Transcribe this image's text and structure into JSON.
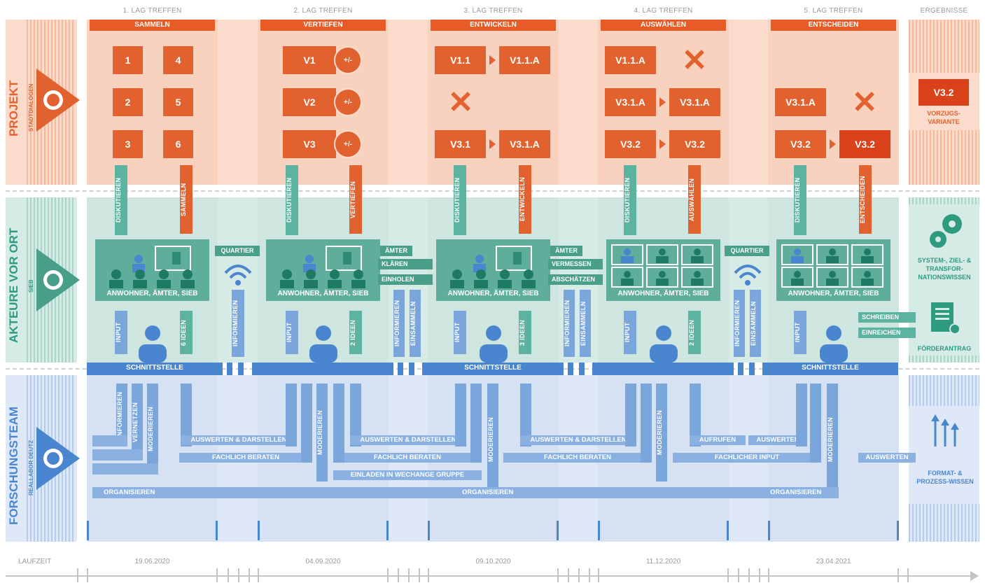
{
  "meetings": [
    {
      "header": "1. LAG TREFFEN",
      "phase": "SAMMELN",
      "date": "19.06.2020",
      "up_label": "DISKUTIEREN",
      "down_label": "SAMMELN",
      "ideas": "6 IDEEN",
      "group": "ANWOHNER, ÄMTER, SIEB",
      "iface": "SCHNITTSTELLE",
      "input": "INPUT"
    },
    {
      "header": "2. LAG TREFFEN",
      "phase": "VERTIEFEN",
      "date": "04.09.2020",
      "up_label": "DISKUTIEREN",
      "down_label": "VERTIEFEN",
      "ideas": "2 IDEEN",
      "group": "ANWOHNER, ÄMTER, SIEB",
      "iface": "",
      "input": "INPUT"
    },
    {
      "header": "3. LAG TREFFEN",
      "phase": "ENTWICKELN",
      "date": "09.10.2020",
      "up_label": "DISKUTIEREN",
      "down_label": "ENTWICKELN",
      "ideas": "3 IDEEN",
      "group": "ANWOHNER, ÄMTER, SIEB",
      "iface": "SCHNITTSTELLE",
      "input": "INPUT"
    },
    {
      "header": "4. LAG TREFFEN",
      "phase": "AUSWÄHLEN",
      "date": "11.12.2020",
      "up_label": "DISKUTIEREN",
      "down_label": "AUSWÄHLEN",
      "ideas": "2 IDEEN",
      "group": "ANWOHNER, ÄMTER, SIEB",
      "iface": "",
      "input": "INPUT"
    },
    {
      "header": "5. LAG TREFFEN",
      "phase": "ENTSCHEIDEN",
      "date": "23.04.2021",
      "up_label": "DISKUTIEREN",
      "down_label": "ENTSCHEIDEN",
      "ideas": "",
      "group": "ANWOHNER, ÄMTER, SIEB",
      "iface": "SCHNITTSTELLE",
      "input": "INPUT"
    }
  ],
  "results_header": "ERGEBNISSE",
  "lanes": {
    "projekt": {
      "title": "PROJEKT",
      "sub": "STADTDIALOGEN"
    },
    "akteure": {
      "title": "AKTEURE VOR ORT",
      "sub": "SIEB"
    },
    "forschung": {
      "title": "FORSCHUNGSTEAM",
      "sub": "REALLABOR DEUTZ"
    }
  },
  "m1_boxes": [
    "1",
    "4",
    "2",
    "5",
    "3",
    "6"
  ],
  "m2_boxes": [
    "V1",
    "V2",
    "V3"
  ],
  "m2_plusminus": "+/-",
  "m3": {
    "r1a": "V1.1",
    "r1b": "V1.1.A",
    "r3a": "V3.1",
    "r3b": "V3.1.A"
  },
  "m4": {
    "r1a": "V1.1.A",
    "r2a": "V3.1.A",
    "r2b": "V3.1.A",
    "r3a": "V3.2",
    "r3b": "V3.2"
  },
  "m5": {
    "r2a": "V3.1.A",
    "r3a": "V3.2",
    "r3b": "V3.2"
  },
  "results": {
    "variant": "V3.2",
    "variant_label": "VORZUGS-\nVARIANTE",
    "sys_label": "SYSTEM-, ZIEL- & TRANSFOR-NATIONSWISSEN",
    "foerder": "FÖRDERANTRAG",
    "format": "FORMAT- & PROZESS-WISSEN"
  },
  "between": {
    "quartier1": "QUARTIER",
    "informieren1": "INFORMIEREN",
    "aemter1": "ÄMTER",
    "klaeren": "KLÄREN",
    "einholen": "EINHOLEN",
    "informieren2": "INFORMIEREN",
    "einsammeln2": "EINSAMMELN",
    "aemter2": "ÄMTER",
    "vermessen": "VERMESSEN",
    "abschaetzen": "ABSCHÄTZEN",
    "informieren3": "INFORMIEREN",
    "einsammeln3": "EINSAMMELN",
    "quartier2": "QUARTIER",
    "informieren4": "INFORMIEREN",
    "einsammeln4": "EINSAMMELN",
    "schreiben": "SCHREIBEN",
    "einreichen": "EINREICHEN"
  },
  "research": {
    "informieren": "INFORMIEREN",
    "vernetzen": "VERNETZEN",
    "moderieren": "MODERIEREN",
    "auswerten1": "AUSWERTEN & DARSTELLEN",
    "auswerten2": "AUSWERTEN & DARSTELLEN",
    "auswerten3": "AUSWERTEN & DARSTELLEN",
    "aufrufen": "AUFRUFEN",
    "auswerten4": "AUSWERTEN",
    "beraten1": "FACHLICH BERATEN",
    "beraten2": "FACHLICH BERATEN",
    "beraten3": "FACHLICH BERATEN",
    "input": "FACHLICHER INPUT",
    "einladen": "EINLADEN IN WECHANGE GRUPPE",
    "org1": "ORGANISIEREN",
    "org2": "ORGANISIEREN",
    "org3": "ORGANISIEREN",
    "auswerten_out": "AUSWERTEN"
  },
  "timeline_label": "LAUFZEIT",
  "colors": {
    "orange": "#e2622f",
    "teal": "#4a9f8a",
    "blue": "#4a86cf"
  }
}
